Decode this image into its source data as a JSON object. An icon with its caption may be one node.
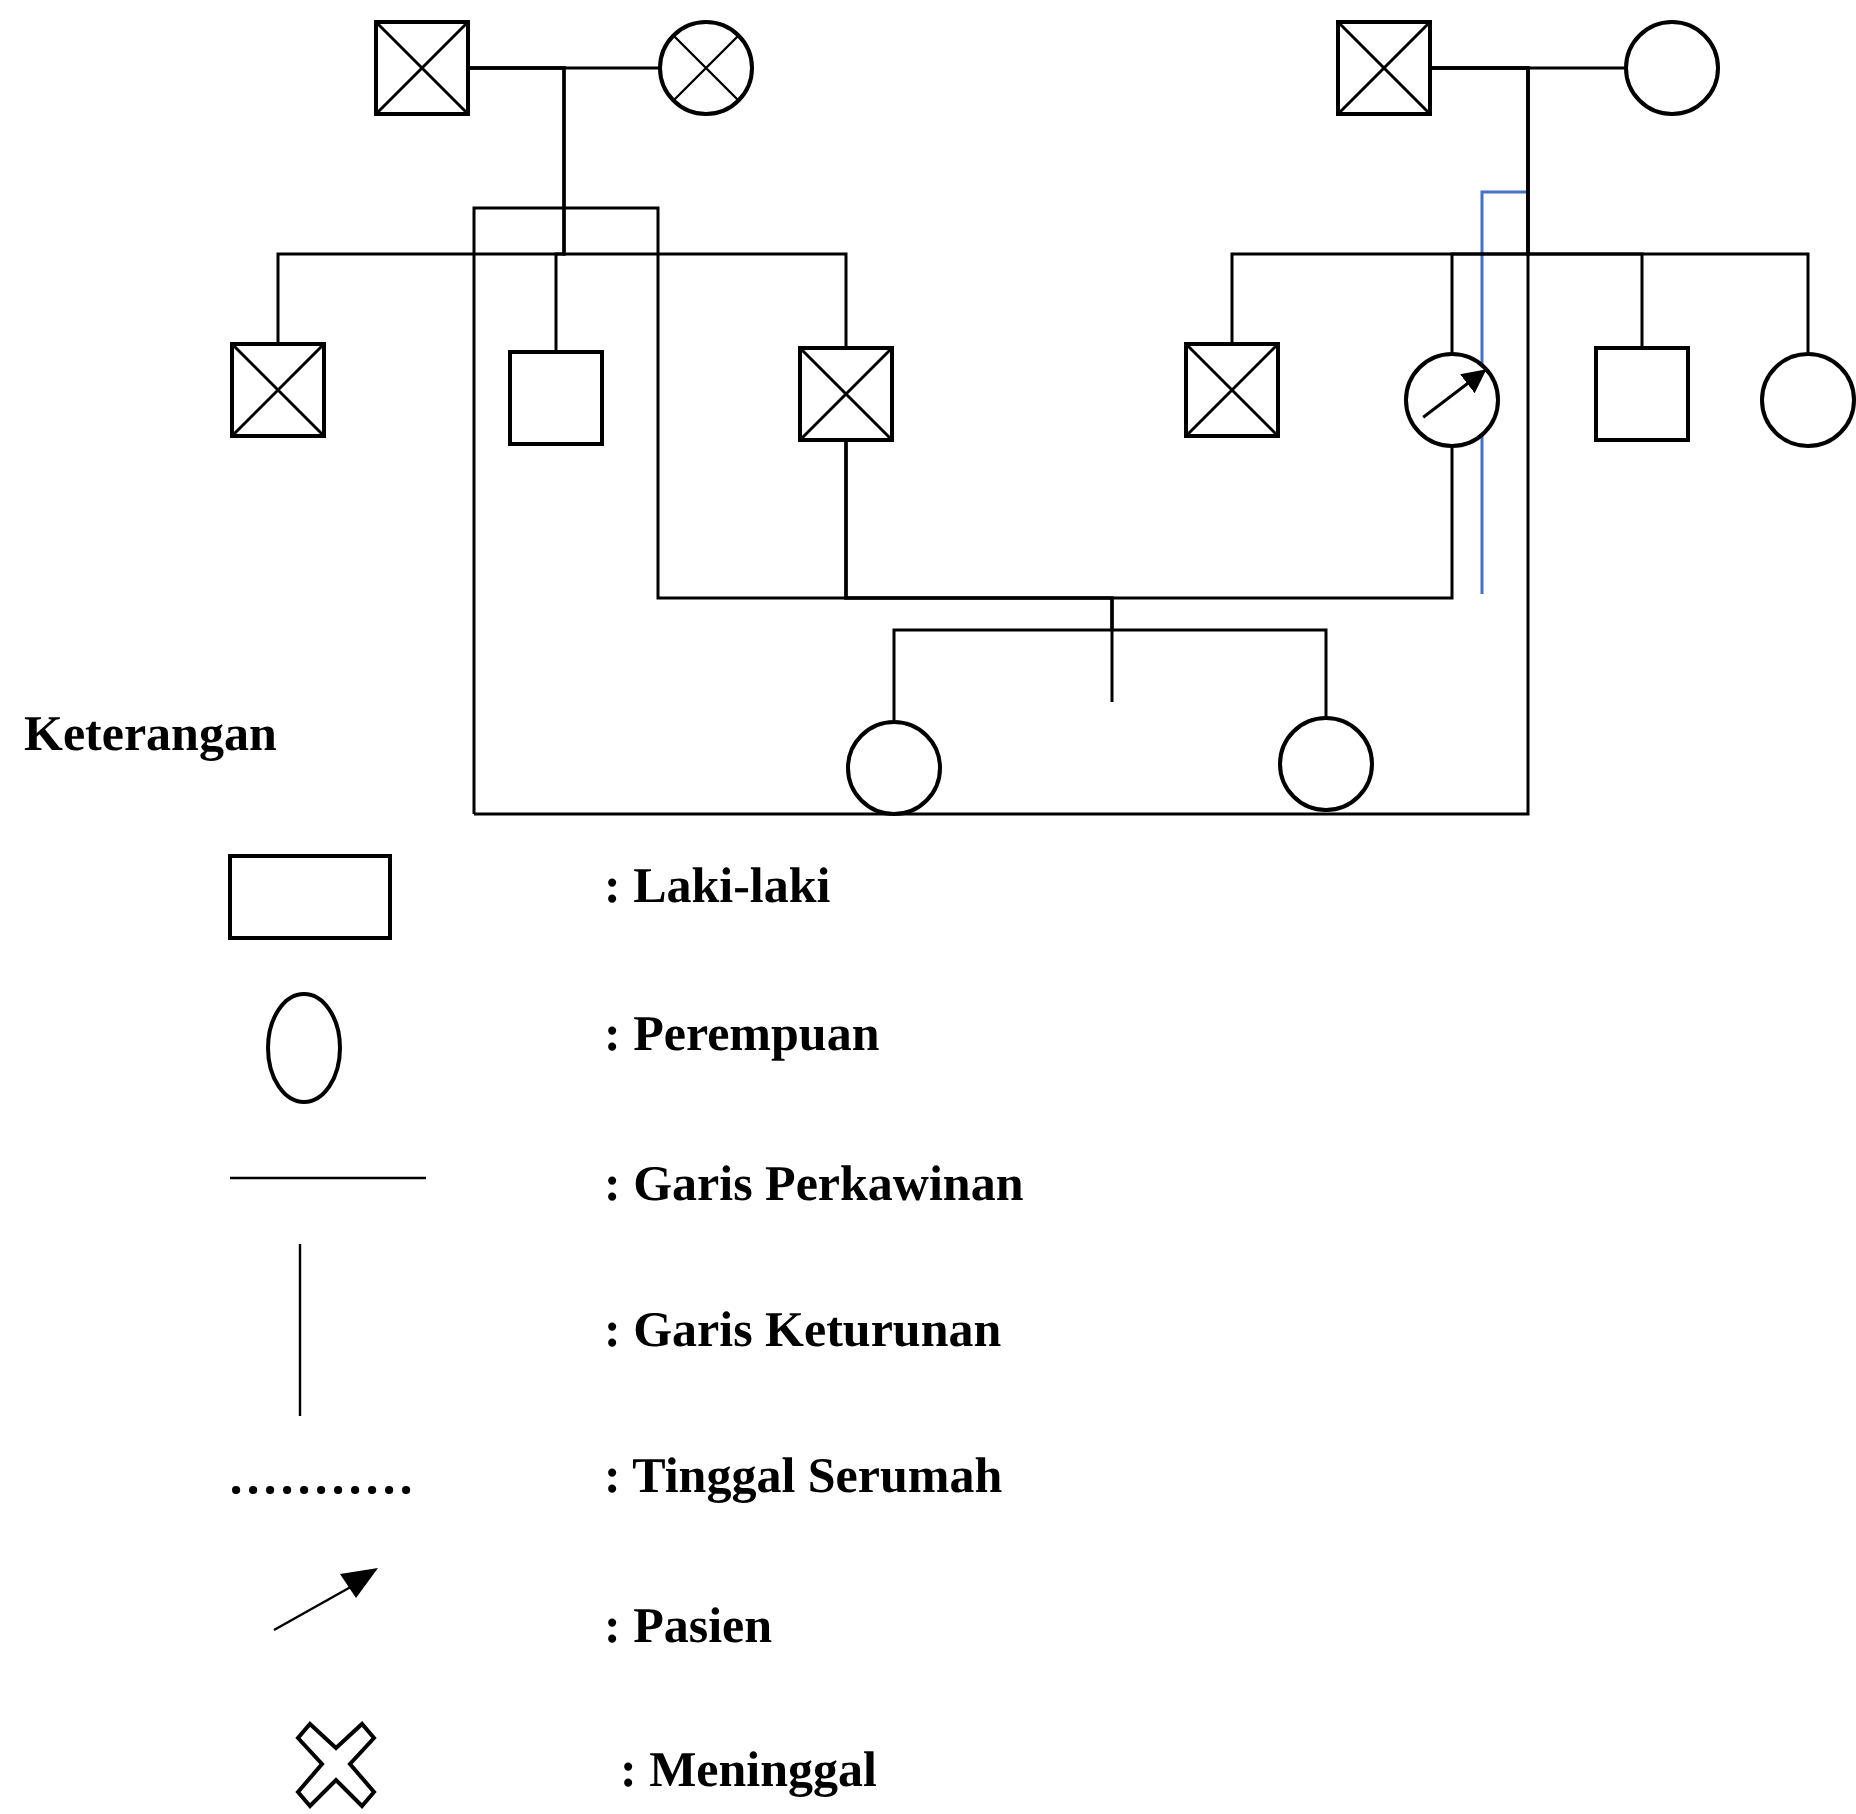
{
  "diagram": {
    "nodes": [
      {
        "text": [],
        "shape": "crossed-box"
      },
      {
        "text": [],
        "shape": "crossed-circle"
      },
      {
        "text": [],
        "shape": "crossed-box"
      },
      {
        "text": [],
        "shape": "circle"
      },
      {
        "text": [],
        "shape": "crossed-box"
      },
      {
        "text": [],
        "shape": "box"
      },
      {
        "text": [],
        "shape": "crossed-box"
      },
      {
        "text": [],
        "shape": "crossed-box"
      },
      {
        "text": [],
        "shape": "patient-circle"
      },
      {
        "text": [],
        "shape": "box"
      },
      {
        "text": [],
        "shape": "circle"
      },
      {
        "text": [],
        "shape": "circle"
      },
      {
        "text": [],
        "shape": "circle"
      }
    ],
    "edges": [
      {
        "from": 0,
        "to": 1,
        "arrow": "none"
      },
      {
        "from": 0,
        "to": 4,
        "arrow": "none"
      },
      {
        "from": 0,
        "to": 5,
        "arrow": "none"
      },
      {
        "from": 0,
        "to": 6,
        "arrow": "none"
      },
      {
        "from": 2,
        "to": 3,
        "arrow": "none"
      },
      {
        "from": 2,
        "to": 7,
        "arrow": "none"
      },
      {
        "from": 2,
        "to": 8,
        "arrow": "none"
      },
      {
        "from": 2,
        "to": 9,
        "arrow": "none"
      },
      {
        "from": 2,
        "to": 10,
        "arrow": "none"
      },
      {
        "from": 6,
        "to": 8,
        "arrow": "none"
      },
      {
        "from": 6,
        "to": 11,
        "arrow": "none"
      },
      {
        "from": 6,
        "to": 12,
        "arrow": "none"
      }
    ],
    "labels": [
      "Keterangan"
    ],
    "legend": [
      {
        "text": ": Laki-laki"
      },
      {
        "text": ": Perempuan"
      },
      {
        "text": ": Garis Perkawinan"
      },
      {
        "text": ": Garis Keturunan"
      },
      {
        "text": ": Tinggal Serumah"
      },
      {
        "text": ": Pasien"
      },
      {
        "text": ": Meninggal"
      }
    ]
  }
}
